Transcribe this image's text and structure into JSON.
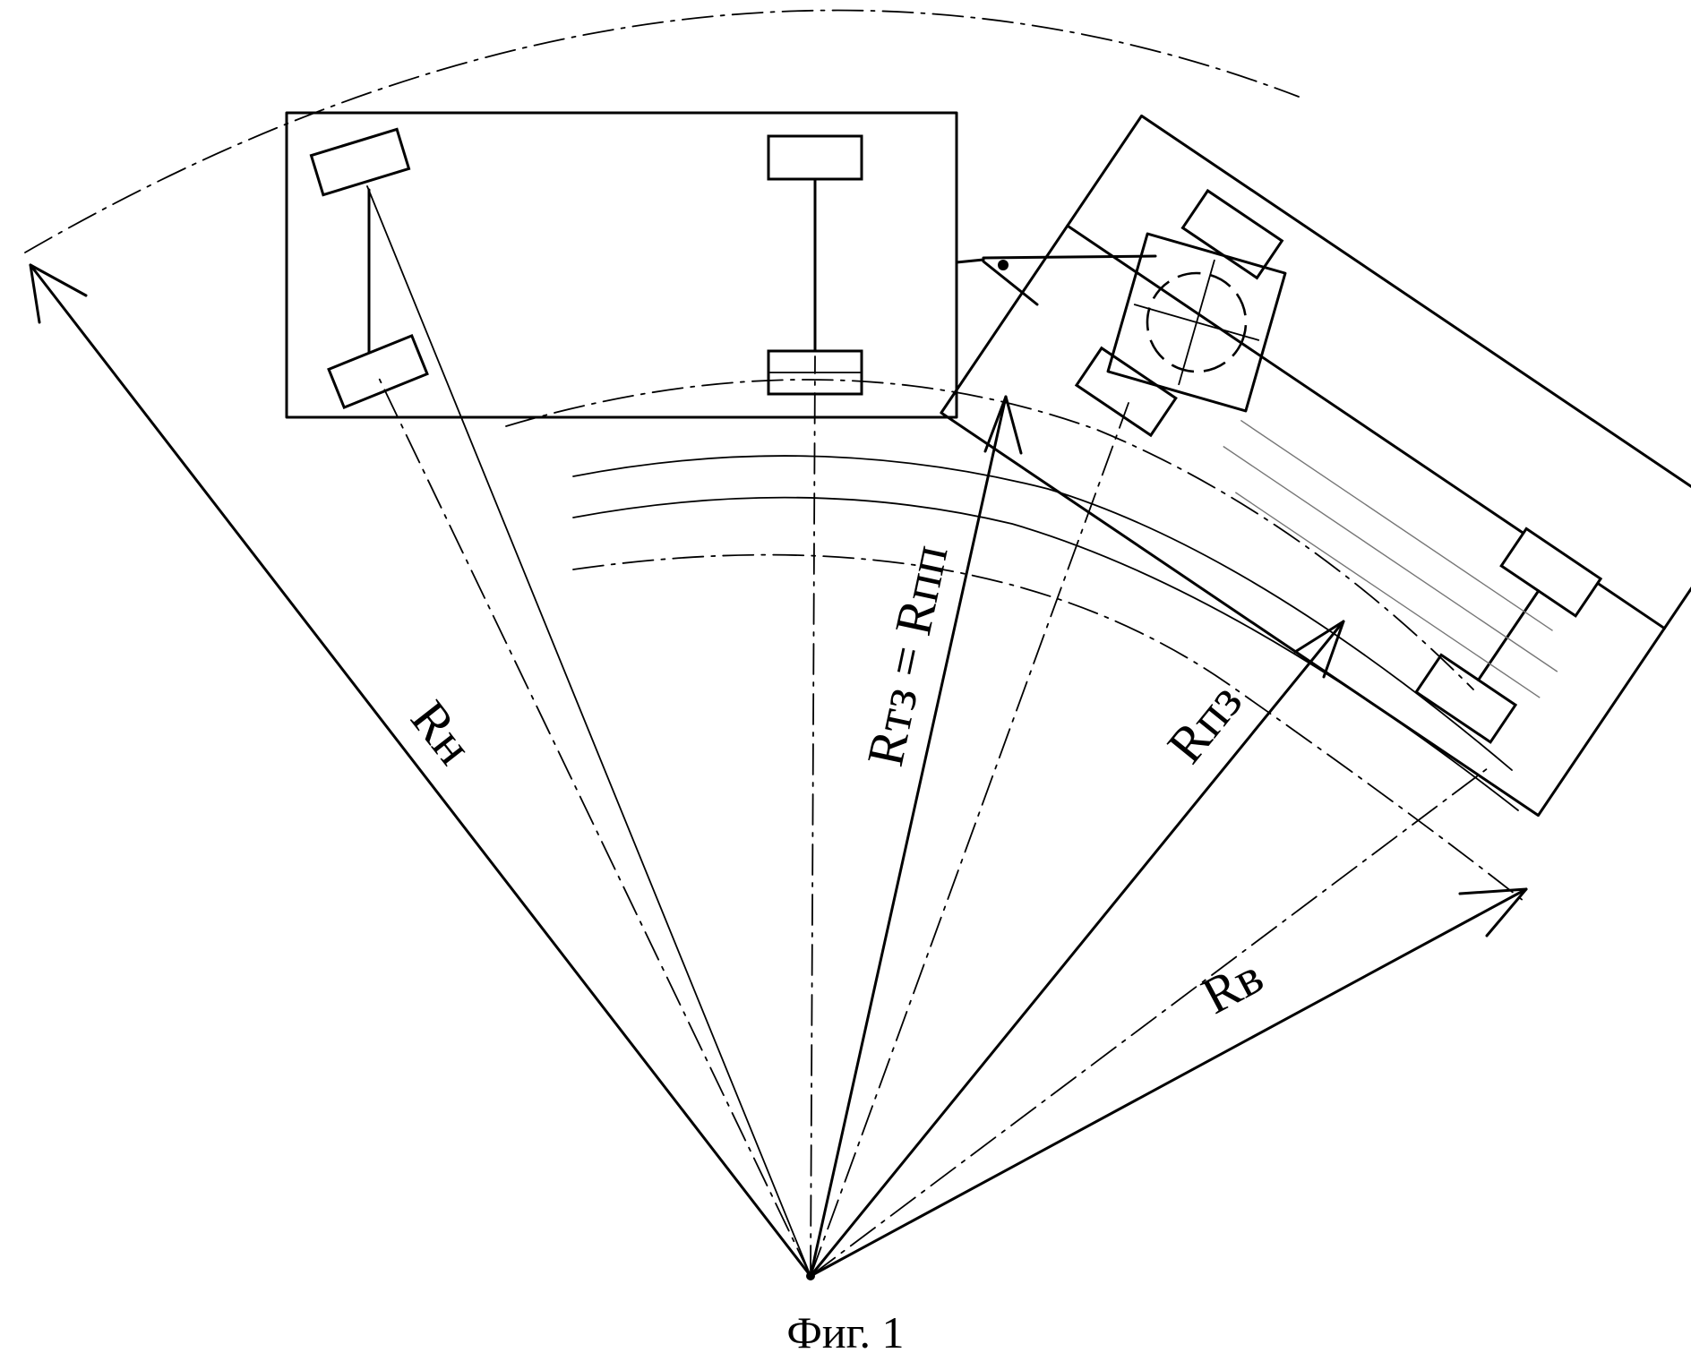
{
  "labels": {
    "r_outer": "Rн",
    "r_tractor_equal": "Rтз = Rпп",
    "r_trailer_rear": "Rпз",
    "r_inner": "Rв"
  },
  "caption": "Фиг. 1"
}
